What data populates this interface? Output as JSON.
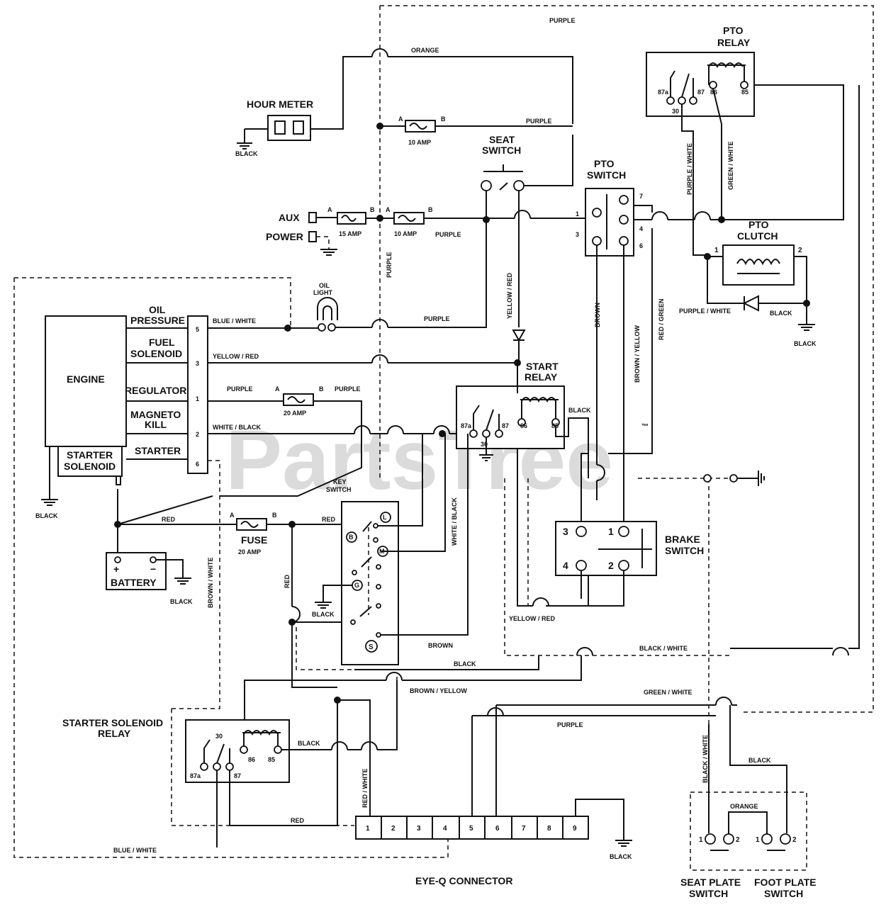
{
  "watermark": "PartsTree",
  "trademark": "™",
  "components": {
    "hour_meter": "HOUR METER",
    "aux": "AUX",
    "power": "POWER",
    "oil_light": [
      "OIL",
      "LIGHT"
    ],
    "engine": "ENGINE",
    "oil_pressure": [
      "OIL",
      "PRESSURE"
    ],
    "fuel_solenoid": [
      "FUEL",
      "SOLENOID"
    ],
    "regulator": "REGULATOR",
    "magneto_kill": [
      "MAGNETO",
      "KILL"
    ],
    "starter": "STARTER",
    "starter_solenoid": [
      "STARTER",
      "SOLENOID"
    ],
    "battery": "BATTERY",
    "fuse": "FUSE",
    "key_switch": [
      "KEY",
      "SWITCH"
    ],
    "seat_switch": [
      "SEAT",
      "SWITCH"
    ],
    "pto_switch": [
      "PTO",
      "SWITCH"
    ],
    "pto_relay": [
      "PTO",
      "RELAY"
    ],
    "pto_clutch": [
      "PTO",
      "CLUTCH"
    ],
    "start_relay": [
      "START",
      "RELAY"
    ],
    "brake_switch": [
      "BRAKE",
      "SWITCH"
    ],
    "starter_solenoid_relay": [
      "STARTER SOLENOID",
      "RELAY"
    ],
    "eyeq_connector": "EYE-Q CONNECTOR",
    "seat_plate_switch": [
      "SEAT PLATE",
      "SWITCH"
    ],
    "foot_plate_switch": [
      "FOOT PLATE",
      "SWITCH"
    ]
  },
  "fuses": {
    "f10a_top": "10 AMP",
    "f15a": "15 AMP",
    "f10a_mid": "10 AMP",
    "f20a_reg": "20 AMP",
    "f20a_main": "20 AMP"
  },
  "terminals": {
    "a": "A",
    "b": "B",
    "engine_pins": [
      "5",
      "3",
      "1",
      "2",
      "6"
    ],
    "relay_pins": [
      "87a",
      "30",
      "87",
      "86",
      "85"
    ],
    "pto_switch_pins": [
      "1",
      "3",
      "7",
      "4",
      "6"
    ],
    "brake_pins": [
      "3",
      "1",
      "4",
      "2"
    ],
    "clutch_pins": [
      "1",
      "2"
    ],
    "plate_pins": [
      "1",
      "2"
    ],
    "key_letters": [
      "L",
      "B",
      "M",
      "G",
      "S"
    ],
    "eyeq_pins": [
      "1",
      "2",
      "3",
      "4",
      "5",
      "6",
      "7",
      "8",
      "9"
    ]
  },
  "wires": {
    "purple": "PURPLE",
    "orange": "ORANGE",
    "black": "BLACK",
    "red": "RED",
    "blue_white": "BLUE / WHITE",
    "yellow_red": "YELLOW / RED",
    "white_black": "WHITE / BLACK",
    "brown": "BROWN",
    "brown_yellow": "BROWN / YELLOW",
    "red_green": "RED / GREEN",
    "purple_white": "PURPLE / WHITE",
    "green_white": "GREEN / WHITE",
    "brown_white": "BROWN / WHITE",
    "black_white": "BLACK / WHITE",
    "red_white": "RED / WHITE"
  }
}
